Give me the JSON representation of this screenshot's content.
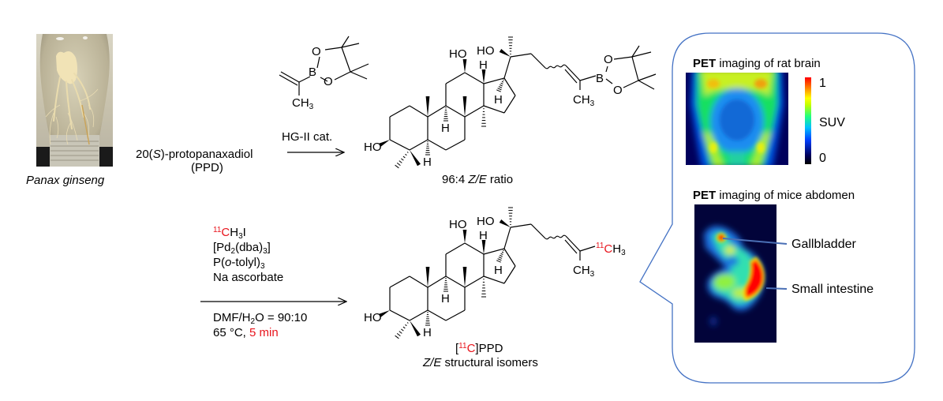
{
  "photo": {
    "caption": "Panax ginseng"
  },
  "reaction1": {
    "reactant_name": "20(S)-protopanaxadiol",
    "reactant_prefix": "20(",
    "reactant_stereo": "S",
    "reactant_suffix": ")-protopanaxadiol",
    "reactant_abbrev": "(PPD)",
    "reagent_structure_label": "isopropenyl-Bpin",
    "reagent_atoms": {
      "O1": "O",
      "B": "B",
      "O2": "O",
      "CH": "CH",
      "sub3": "3"
    },
    "catalyst": "HG-II cat.",
    "product_ratio_prefix": "96:4 ",
    "product_ratio_ze": "Z/E",
    "product_ratio_suffix": " ratio"
  },
  "reaction2": {
    "conditions_above": [
      {
        "sup": "11",
        "main": "CH",
        "sub": "3",
        "tail": "I"
      },
      {
        "text": "[Pd2(dba)3]"
      },
      {
        "text": "P(o-tolyl)3"
      },
      {
        "text": "Na ascorbate"
      }
    ],
    "isotope": "11",
    "methyl_iodide_main": "CH",
    "methyl_iodide_sub": "3",
    "methyl_iodide_tail": "I",
    "pd_catalyst_a": "[Pd",
    "pd_catalyst_sub1": "2",
    "pd_catalyst_b": "(dba)",
    "pd_catalyst_sub2": "3",
    "pd_catalyst_c": "]",
    "ligand_a": "P(",
    "ligand_italic": "o",
    "ligand_b": "-tolyl)",
    "ligand_sub": "3",
    "additive": "Na ascorbate",
    "solvent_a": "DMF/H",
    "solvent_sub": "2",
    "solvent_b": "O = 90:10",
    "temperature": "65 °C, ",
    "time": "5 min",
    "product_bracket_open": "[",
    "product_isotope": "11",
    "product_element": "C",
    "product_bracket_close": "]PPD",
    "product_desc_ze": "Z/E",
    "product_desc": " structural isomers"
  },
  "structure_labels": {
    "HO": "HO",
    "H": "H",
    "CH3_main": "CH",
    "CH3_sub": "3",
    "O": "O",
    "B": "B",
    "labeled_isotope": "11",
    "labeled_C": "C"
  },
  "pet_panel": {
    "rat_title_bold": "PET",
    "rat_title_rest": " imaging of rat brain",
    "colorbar_max": "1",
    "colorbar_label": "SUV",
    "colorbar_min": "0",
    "mice_title_bold": "PET",
    "mice_title_rest": " imaging of mice abdomen",
    "annotations": [
      "Gallbladder",
      "Small intestine"
    ]
  },
  "colors": {
    "isotope_red": "#e8141c",
    "callout_border": "#4472c4",
    "annotation_line": "#4a6fb5"
  }
}
